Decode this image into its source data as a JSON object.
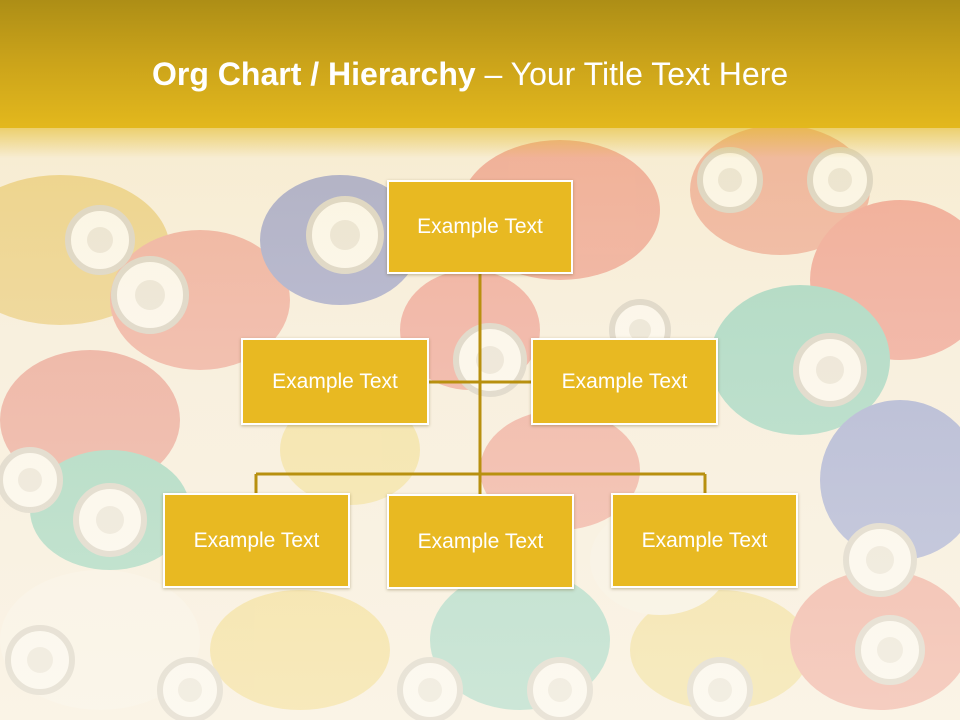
{
  "slide": {
    "title_bold": "Org Chart / Hierarchy",
    "title_dash": " – ",
    "title_rest": "Your Title Text Here"
  },
  "org_chart": {
    "top": {
      "label": "Example Text"
    },
    "assistants": [
      {
        "label": "Example Text"
      },
      {
        "label": "Example Text"
      }
    ],
    "children": [
      {
        "label": "Example Text"
      },
      {
        "label": "Example Text"
      },
      {
        "label": "Example Text"
      }
    ]
  },
  "colors": {
    "banner": "#c9a21a",
    "box_fill": "#e8b922",
    "box_border": "#ffffff",
    "connector": "#b8900f",
    "text": "#ffffff"
  }
}
